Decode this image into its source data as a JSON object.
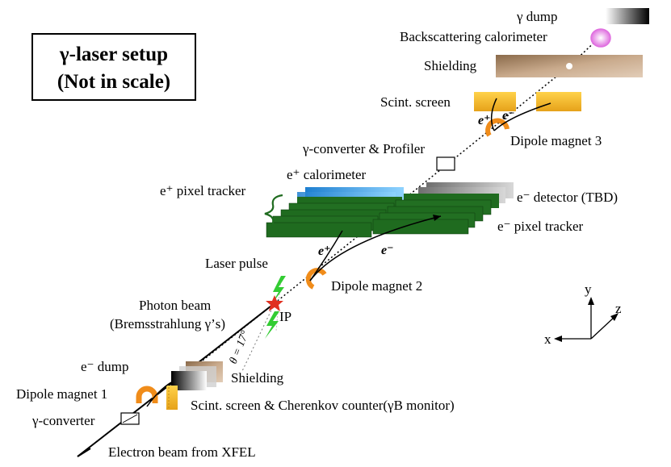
{
  "title": {
    "line1": "γ-laser setup",
    "line2": "(Not in scale)"
  },
  "labels": {
    "gamma_dump": "γ dump",
    "backscatter_cal": "Backscattering calorimeter",
    "shielding_top": "Shielding",
    "scint_screen_top": "Scint. screen",
    "dipole3": "Dipole magnet 3",
    "converter_profiler": "γ-converter & Profiler",
    "positron_cal": "e⁺ calorimeter",
    "positron_tracker": "e⁺ pixel tracker",
    "electron_detector": "e⁻ detector (TBD)",
    "electron_tracker": "e⁻ pixel tracker",
    "laser_pulse": "Laser pulse",
    "dipole2": "Dipole magnet 2",
    "photon_beam_1": "Photon beam",
    "photon_beam_2": "(Bremsstrahlung γ’s)",
    "ip": "IP",
    "angle": "θ = 17°",
    "electron_dump": "e⁻ dump",
    "shielding_bottom": "Shielding",
    "dipole1": "Dipole magnet 1",
    "scint_cherenkov": "Scint. screen & Cherenkov counter(γB monitor)",
    "gamma_converter": "γ-converter",
    "electron_beam": "Electron beam from XFEL",
    "ep_near_d3": "e⁺",
    "em_near_d3": "e⁻",
    "ep_near_d2": "e⁺",
    "em_near_d2": "e⁻"
  },
  "axes": {
    "x": "x",
    "y": "y",
    "z": "z"
  },
  "colors": {
    "magnet": "#f08c1a",
    "tracker": "#1f6b1f",
    "calorimeter_blue": "#3aa8e8",
    "detector_grey": "#9a9a9a",
    "shielding": "#b7977a",
    "scint": "#f5b52a",
    "laser": "#33cc33",
    "ip_star": "#e03020",
    "calorimeter_pink": "#e070e0"
  }
}
